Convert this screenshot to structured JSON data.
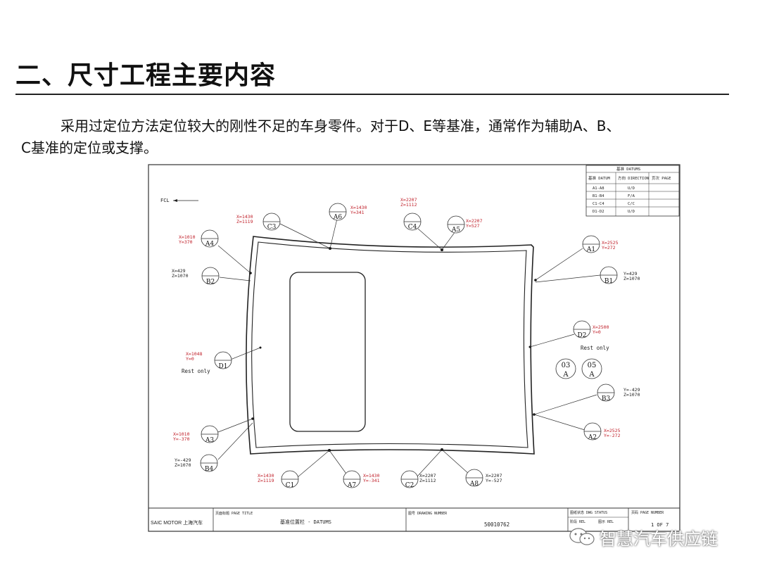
{
  "title": "二、尺寸工程主要内容",
  "paragraph_line1": "采用过定位方法定位较大的刚性不足的车身零件。对于D、E等基准，通常作为辅助A、B、",
  "paragraph_line2": "C基准的定位或支撑。",
  "drawing": {
    "fcl_label": "FCL",
    "datum_table": {
      "title": "基准 DATUMS",
      "col_datum": "基准 DATUM",
      "col_dir": "方向 DIRECTION",
      "col_page": "页次 PAGE",
      "rows": [
        {
          "datum": "A1-A8",
          "dir": "U/D"
        },
        {
          "datum": "B1-B4",
          "dir": "F/A"
        },
        {
          "datum": "C1-C4",
          "dir": "C/C"
        },
        {
          "datum": "D1-D2",
          "dir": "U/D"
        }
      ]
    },
    "datums": {
      "A1": "A1",
      "A2": "A2",
      "A3": "A3",
      "A4": "A4",
      "A5": "A5",
      "A6": "A6",
      "A7": "A7",
      "A8": "A8",
      "B1": "B1",
      "B2": "B2",
      "B3": "B3",
      "B4": "B4",
      "C1": "C1",
      "C2": "C2",
      "C3": "C3",
      "C4": "C4",
      "D1": "D1",
      "D2": "D2"
    },
    "coords": {
      "C3": [
        "X=1430",
        "Z=1119"
      ],
      "A6": [
        "X=1430",
        "Y=341"
      ],
      "C4": [
        "X=2207",
        "Z=1112"
      ],
      "A5": [
        "X=2207",
        "Y=527"
      ],
      "A4": [
        "X=1010",
        "Y=370"
      ],
      "B2": [
        "X=429",
        "Z=1070"
      ],
      "A1": [
        "X=2525",
        "Y=272"
      ],
      "B1": [
        "Y=429",
        "Z=1070"
      ],
      "D2": [
        "X=2500",
        "Y=0"
      ],
      "D1": [
        "X=1048",
        "Y=0"
      ],
      "B3": [
        "Y=-429",
        "Z=1070"
      ],
      "A3": [
        "X=1010",
        "Y=-370"
      ],
      "A2": [
        "X=2525",
        "Y=-272"
      ],
      "B4": [
        "Y=-429",
        "Z=1070"
      ],
      "C1": [
        "X=1430",
        "Z=1119"
      ],
      "A7": [
        "X=1430",
        "Y=-341"
      ],
      "C2": [
        "X=2207",
        "Z=1112"
      ],
      "A8": [
        "X=2207",
        "Y=-527"
      ]
    },
    "rest_only": "Rest only",
    "badge_left": {
      "top": "03",
      "bottom": "A"
    },
    "badge_right": {
      "top": "05",
      "bottom": "A"
    },
    "title_block": {
      "company": "SAIC MOTOR 上海汽车",
      "page_title_label": "页面标题 PAGE TITLE",
      "page_title": "基准位置栏 - DATUMS",
      "drawing_number_label": "图号 DRAWING NUMBER",
      "drawing_number": "50010762",
      "status_label": "图纸状态 DWG STATUS",
      "page_number_label": "页码 PAGE NUMBER",
      "page_number": "1 OF 7",
      "phase_label": "阶段 REL",
      "phase_value": "图示 REL"
    }
  },
  "watermark": "智慧汽车供应链"
}
